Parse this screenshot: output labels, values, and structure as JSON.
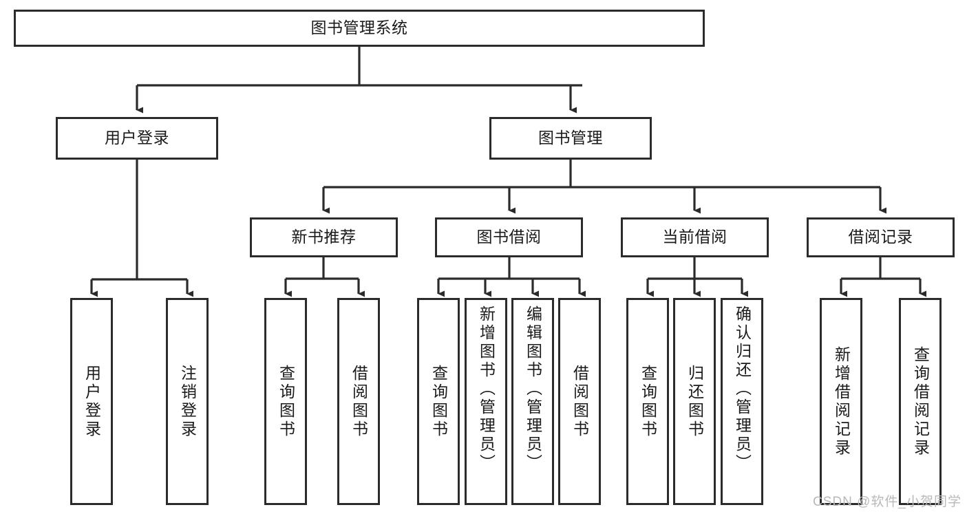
{
  "diagram": {
    "type": "tree-hierarchy-chart",
    "title": "图书管理系统",
    "colors": {
      "box_stroke": "#2b2b2b",
      "box_fill": "#ffffff",
      "connector": "#2b2b2b",
      "text": "#1a1a1a",
      "watermark": "#b9b9b9",
      "background": "#ffffff"
    },
    "levels": {
      "root": {
        "label": "图书管理系统",
        "orientation": "horizontal"
      },
      "level2": [
        {
          "label": "用户登录",
          "orientation": "horizontal"
        },
        {
          "label": "图书管理",
          "orientation": "horizontal"
        }
      ],
      "level3": [
        {
          "label": "新书推荐",
          "orientation": "horizontal",
          "parent": "图书管理"
        },
        {
          "label": "图书借阅",
          "orientation": "horizontal",
          "parent": "图书管理"
        },
        {
          "label": "当前借阅",
          "orientation": "horizontal",
          "parent": "图书管理"
        },
        {
          "label": "借阅记录",
          "orientation": "horizontal",
          "parent": "图书管理"
        }
      ],
      "leaves": [
        {
          "label": "用户登录",
          "orientation": "vertical",
          "parent": "用户登录"
        },
        {
          "label": "注销登录",
          "orientation": "vertical",
          "parent": "用户登录"
        },
        {
          "label": "查询图书",
          "orientation": "vertical",
          "parent": "新书推荐"
        },
        {
          "label": "借阅图书",
          "orientation": "vertical",
          "parent": "新书推荐"
        },
        {
          "label": "查询图书",
          "orientation": "vertical",
          "parent": "图书借阅"
        },
        {
          "label": "新增图书（管理员）",
          "orientation": "vertical",
          "parent": "图书借阅"
        },
        {
          "label": "编辑图书（管理员）",
          "orientation": "vertical",
          "parent": "图书借阅"
        },
        {
          "label": "借阅图书",
          "orientation": "vertical",
          "parent": "图书借阅"
        },
        {
          "label": "查询图书",
          "orientation": "vertical",
          "parent": "当前借阅"
        },
        {
          "label": "归还图书",
          "orientation": "vertical",
          "parent": "当前借阅"
        },
        {
          "label": "确认归还（管理员）",
          "orientation": "vertical",
          "parent": "当前借阅"
        },
        {
          "label": "新增借阅记录",
          "orientation": "vertical",
          "parent": "借阅记录"
        },
        {
          "label": "查询借阅记录",
          "orientation": "vertical",
          "parent": "借阅记录"
        }
      ]
    },
    "watermark": "CSDN @软件_小贺同学"
  }
}
